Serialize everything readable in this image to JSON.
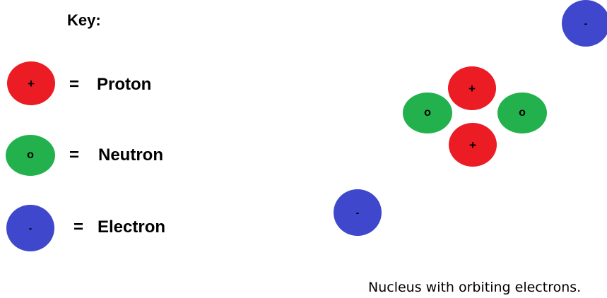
{
  "key": {
    "title": "Key:",
    "items": [
      {
        "symbol": "+",
        "equals": "=",
        "label": "Proton"
      },
      {
        "symbol": "o",
        "equals": "=",
        "label": "Neutron"
      },
      {
        "symbol": "-",
        "equals": "=",
        "label": "Electron"
      }
    ]
  },
  "atom": {
    "protons": [
      "+",
      "+"
    ],
    "neutrons": [
      "o",
      "o"
    ],
    "electrons": [
      "-",
      "-"
    ]
  },
  "caption": "Nucleus with orbiting electrons.",
  "colors": {
    "proton": "#ec1c24",
    "neutron": "#22b14c",
    "electron": "#3f48cc"
  }
}
